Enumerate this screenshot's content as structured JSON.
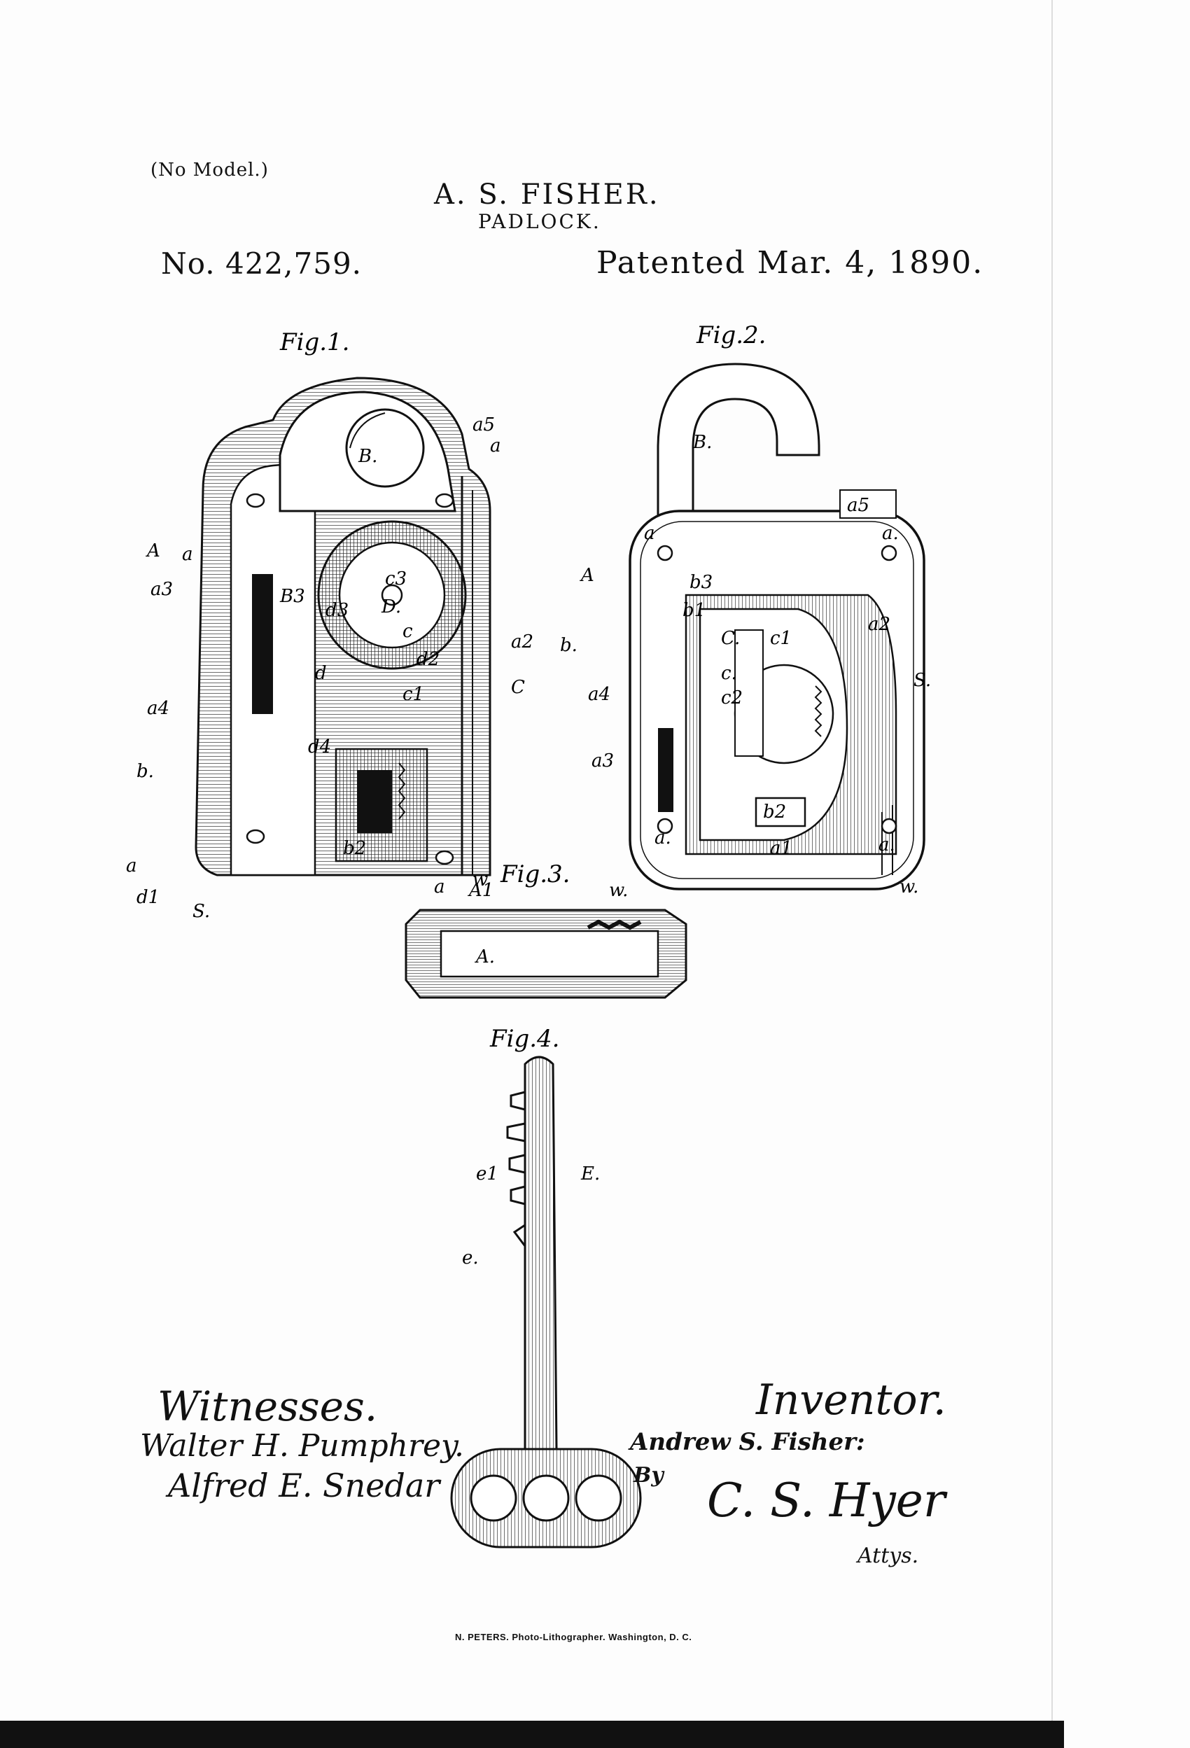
{
  "header": {
    "no_model": "(No Model.)",
    "inventor_short": "A. S. FISHER.",
    "title": "PADLOCK.",
    "patent_number": "No. 422,759.",
    "patent_date": "Patented Mar. 4, 1890."
  },
  "figures": {
    "fig1": {
      "label": "Fig.1.",
      "letters": [
        "B.",
        "a5",
        "a",
        "A",
        "a",
        "a3",
        "B3",
        "c3",
        "D.",
        "d3",
        "c",
        "a2",
        "C",
        "a4",
        "d",
        "d2",
        "c1",
        "b.",
        "d4",
        "b2",
        "a",
        "d1",
        "S.",
        "a",
        "w"
      ]
    },
    "fig2": {
      "label": "Fig.2.",
      "letters": [
        "B.",
        "a5",
        "a",
        "a.",
        "A",
        "b3",
        "b1",
        "C.",
        "c1",
        "a2",
        "b.",
        "c.",
        "S.",
        "a4",
        "c2",
        "a3",
        "b2",
        "a1",
        "a.",
        "a.",
        "w."
      ]
    },
    "fig3": {
      "label": "Fig.3.",
      "letters": [
        "A1",
        "w.",
        "A."
      ]
    },
    "fig4": {
      "label": "Fig.4.",
      "letters": [
        "e1",
        "E.",
        "e."
      ]
    }
  },
  "signatures": {
    "witnesses_heading": "Witnesses.",
    "witness_1": "Walter H. Pumphrey.",
    "witness_2": "Alfred E. Snedar",
    "inventor_heading": "Inventor.",
    "inventor_name": "Andrew S. Fisher:",
    "by": "By",
    "attorney": "C. S. Hyer",
    "attys": "Attys."
  },
  "footer": {
    "lithographer": "N. PETERS. Photo-Lithographer. Washington, D. C."
  }
}
